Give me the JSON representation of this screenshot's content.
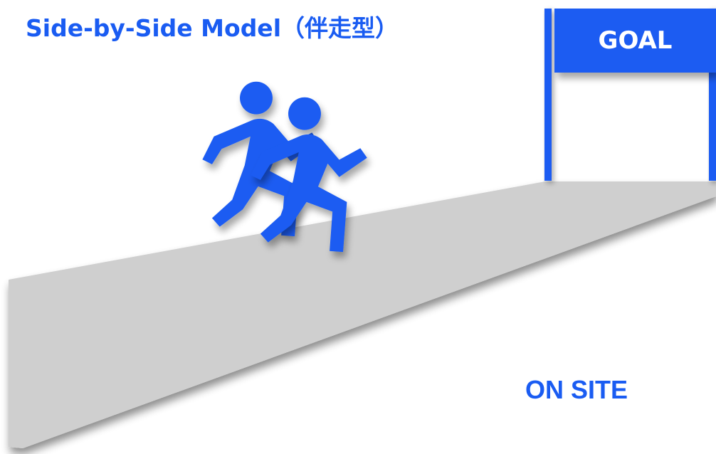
{
  "title": "Side-by-Side Model（伴走型）",
  "goal": {
    "label": "GOAL"
  },
  "location_label": "ON SITE",
  "colors": {
    "accent": "#1a5cf2",
    "road": "#cfcfcf",
    "background": "#ffffff"
  },
  "icons": [
    "runner-icon",
    "runner-icon"
  ]
}
